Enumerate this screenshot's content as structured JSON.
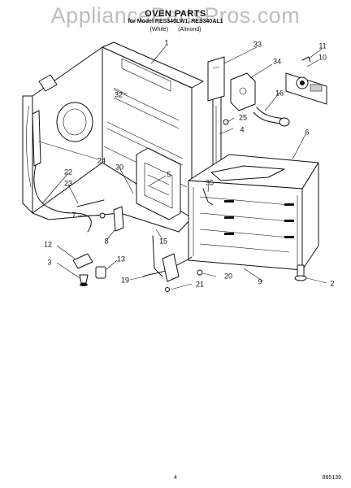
{
  "watermark": "AppliancePartsPros.com",
  "title": "OVEN PARTS",
  "subtitle": "for Model RES340LW1, RES340AL1",
  "colors": [
    "(White)",
    "(Almond)"
  ],
  "callouts": [
    "1",
    "33",
    "11",
    "10",
    "34",
    "32",
    "16",
    "25",
    "4",
    "6",
    "24",
    "22",
    "23",
    "30",
    "5",
    "35",
    "7",
    "8",
    "15",
    "12",
    "13",
    "3",
    "19",
    "20",
    "21",
    "9",
    "2"
  ],
  "page_number": "4",
  "doc_number": "885139"
}
